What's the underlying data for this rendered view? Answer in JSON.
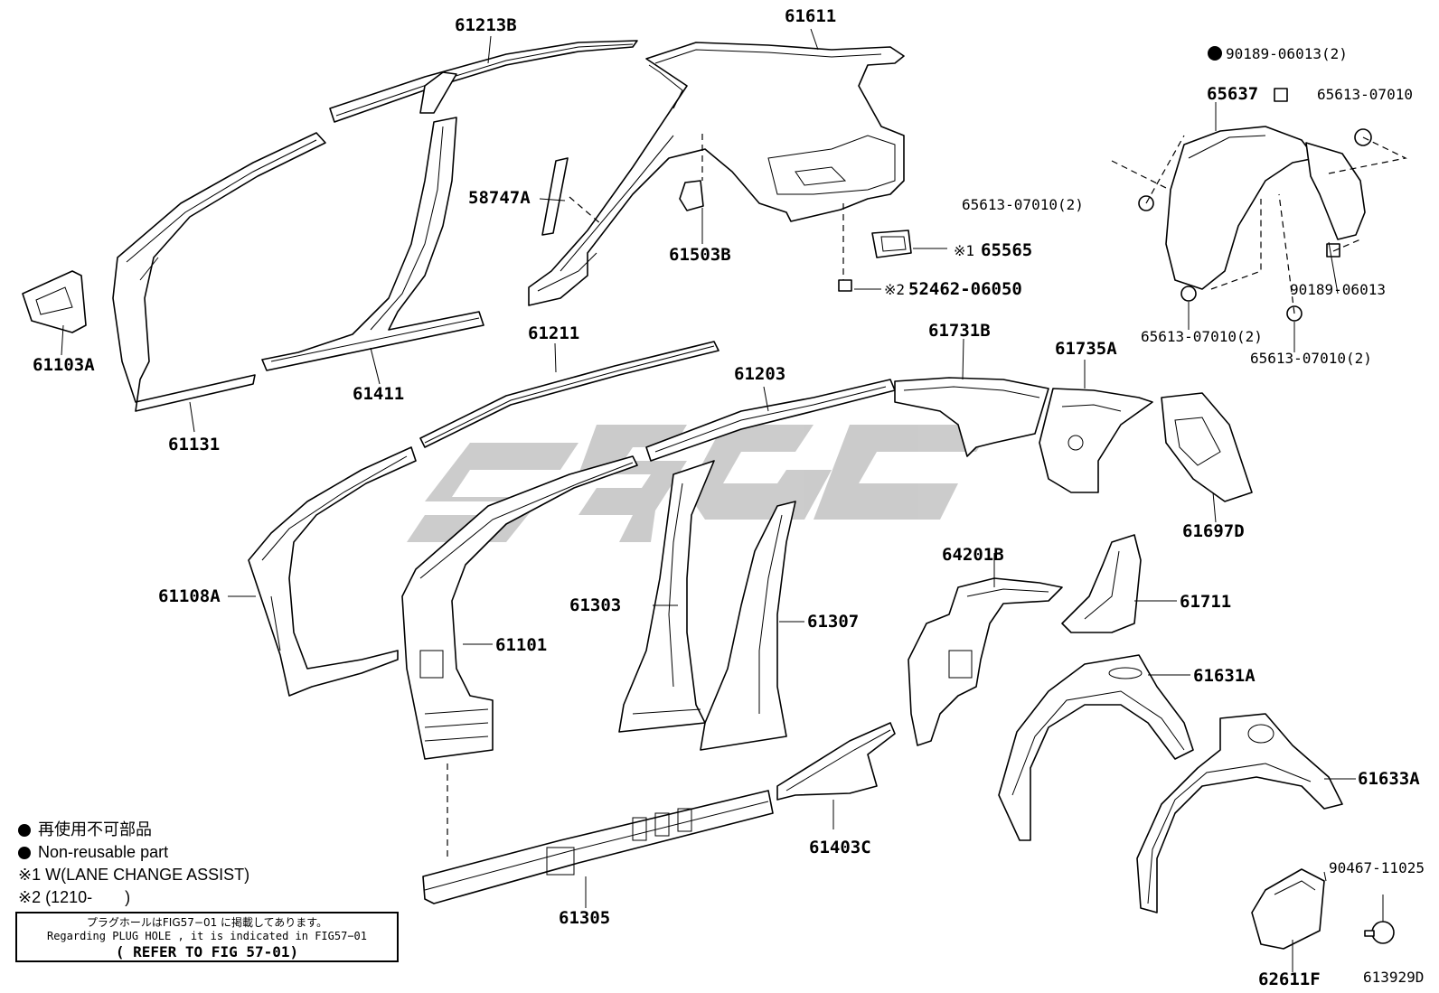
{
  "parts": [
    "61213B",
    "61611",
    "58747A",
    "61503B",
    "65565",
    "52462-06050",
    "61103A",
    "61411",
    "61131",
    "61211",
    "61203",
    "61731B",
    "61735A",
    "61108A",
    "61101",
    "61303",
    "61307",
    "61697D",
    "64201B",
    "61711",
    "61631A",
    "61633A",
    "61305",
    "61403C",
    "62611F",
    "90467-11025",
    "90189-06013(2)",
    "65637",
    "65613-07010",
    "65613-07010(2)",
    "90189-06013",
    "65613-07010(2)",
    "65613-07010(2)"
  ],
  "markers": {
    "lane_change": "※1",
    "year": "※2"
  },
  "legend": {
    "item1": "再使用不可部品",
    "item2": "Non-reusable part",
    "item3": "※1 W(LANE CHANGE ASSIST)",
    "item4": "※2 (1210-　　)"
  },
  "note": {
    "jp": "プラグホールはFIG57−01 に掲載してあります。",
    "en": "Regarding PLUG HOLE , it is indicated in FIG57−01",
    "ref": "( REFER TO FIG 57-01)"
  },
  "figure_number": "613929D",
  "watermark": "CSGC",
  "colors": {
    "line": "#000000",
    "watermark": "#c8c8c8",
    "background": "#ffffff"
  }
}
